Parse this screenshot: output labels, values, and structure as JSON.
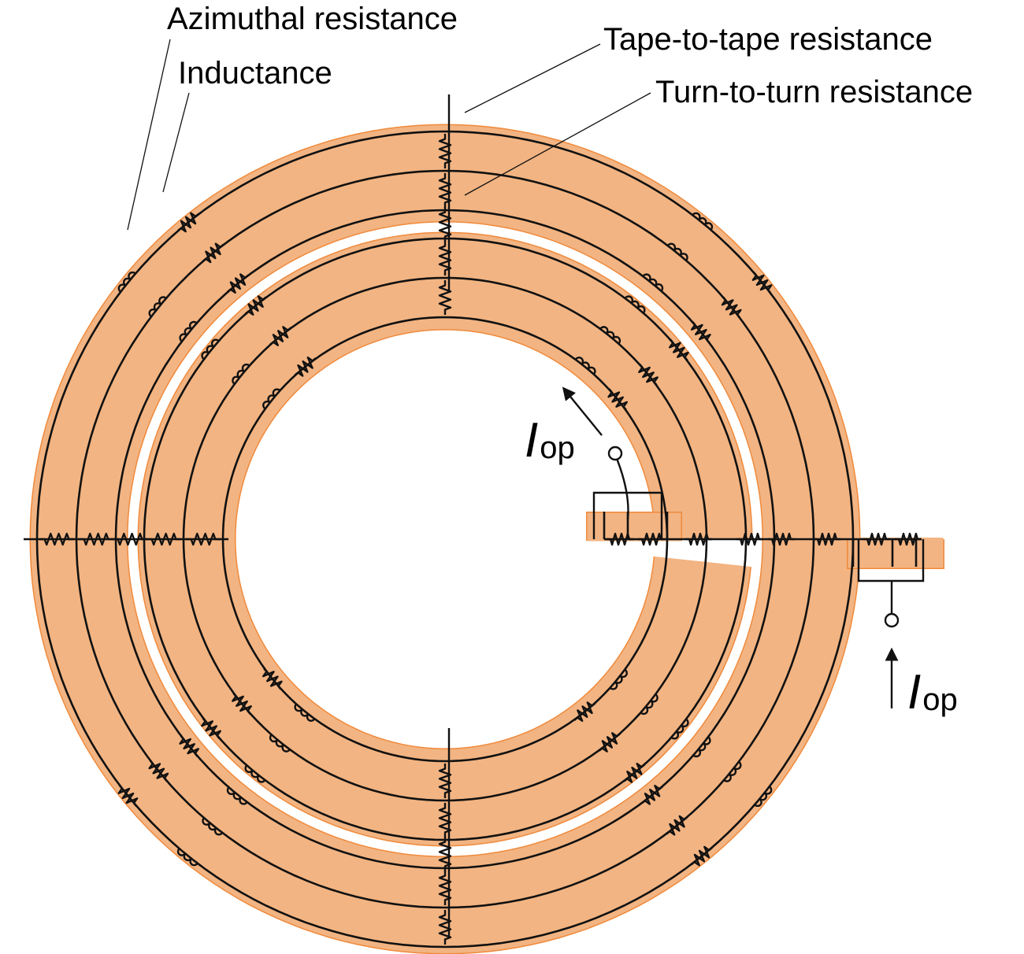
{
  "diagram": {
    "labels": {
      "azimuthal_resistance": "Azimuthal resistance",
      "inductance": "Inductance",
      "tape_to_tape_resistance": "Tape-to-tape resistance",
      "turn_to_turn_resistance": "Turn-to-turn resistance"
    },
    "current": {
      "symbol": "I",
      "subscript": "op"
    },
    "colors": {
      "winding_fill": "#f2b482",
      "winding_edge": "#f08a3c",
      "circuit": "#111111"
    },
    "structure": {
      "turns": 2,
      "tapes_per_turn": 3
    }
  }
}
